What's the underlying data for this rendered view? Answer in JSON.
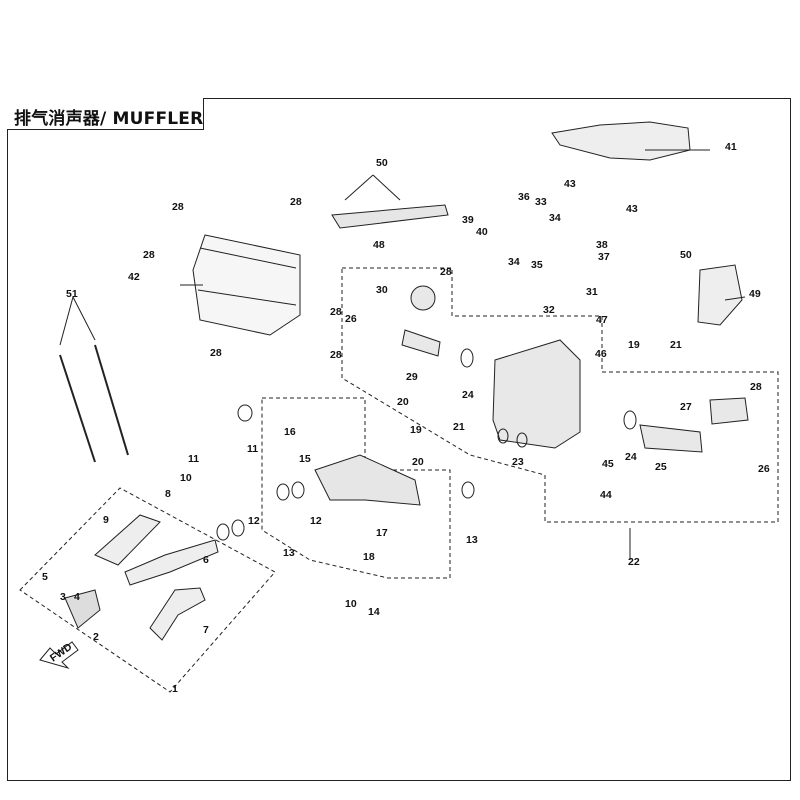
{
  "title": "排气消声器/ MUFFLER",
  "fwd_label": "FWD",
  "callouts": [
    "1",
    "2",
    "3",
    "4",
    "5",
    "6",
    "7",
    "8",
    "9",
    "10",
    "10",
    "11",
    "11",
    "12",
    "12",
    "13",
    "13",
    "14",
    "15",
    "16",
    "17",
    "18",
    "19",
    "19",
    "20",
    "20",
    "21",
    "21",
    "22",
    "23",
    "24",
    "24",
    "25",
    "26",
    "26",
    "27",
    "28",
    "28",
    "28",
    "28",
    "28",
    "28",
    "28",
    "28",
    "29",
    "30",
    "31",
    "32",
    "33",
    "34",
    "34",
    "35",
    "36",
    "37",
    "38",
    "39",
    "40",
    "41",
    "42",
    "43",
    "43",
    "44",
    "45",
    "46",
    "47",
    "48",
    "49",
    "50",
    "50",
    "51"
  ]
}
